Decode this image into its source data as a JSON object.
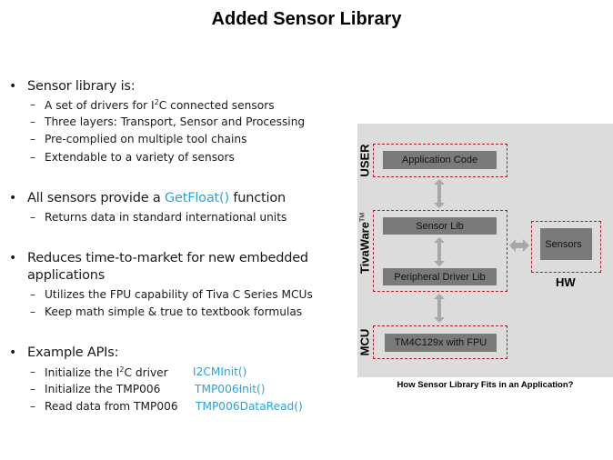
{
  "title": "Added Sensor Library",
  "bullets": [
    {
      "text": "Sensor library is:",
      "sub": [
        {
          "pre": "A set of drivers  for I",
          "sup": "2",
          "post": "C connected sensors"
        },
        {
          "pre": "Three layers: Transport, Sensor and Processing"
        },
        {
          "pre": "Pre-complied  on multiple  tool chains"
        },
        {
          "pre": "Extendable  to a variety of sensors"
        }
      ]
    },
    {
      "text_pre": "All  sensors provide a ",
      "code": "GetFloat()",
      "text_post": " function",
      "sub": [
        {
          "pre": "Returns  data in standard international  units"
        }
      ]
    },
    {
      "text_line1": "Reduces time-to-market for new embedded",
      "text_line2": "applications",
      "sub": [
        {
          "pre": "Utilizes  the FPU capability of Tiva C Series MCUs"
        },
        {
          "pre": "Keep math  simple  & true to textbook formulas"
        }
      ]
    },
    {
      "text": "Example APIs:",
      "sub": [
        {
          "pre": "Initialize  the I",
          "sup": "2",
          "post": "C driver",
          "code": "I2CMInit()"
        },
        {
          "pre": "Initialize  the TMP006",
          "code": "TMP006Init()"
        },
        {
          "pre": "Read  data  from  TMP006",
          "code": "TMP006DataRead()"
        }
      ]
    }
  ],
  "diagram": {
    "labels": {
      "user": "USER",
      "tivaware": "TivaWare",
      "tm": "TM",
      "mcu": "MCU",
      "hw": "HW"
    },
    "blocks": {
      "application_code": "Application Code",
      "sensor_lib": "Sensor Lib",
      "peripheral_driver_lib": "Peripheral  Driver  Lib",
      "mcu_chip": "TM4C129x   with FPU",
      "sensors": "Sensors"
    },
    "caption": "How Sensor Library Fits in an Application?",
    "colors": {
      "dashed_border": "#b01c2e",
      "block_fill": "#7a7a7a",
      "panel_bg": "#dcdcdc",
      "arrow": "#a8a8a8",
      "code_text": "#2aa3d8"
    }
  }
}
